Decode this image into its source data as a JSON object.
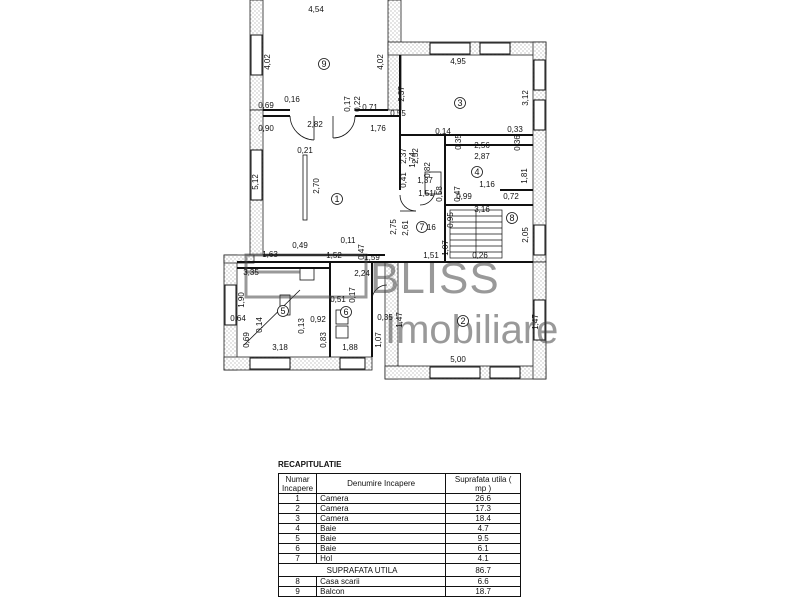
{
  "watermark": {
    "line1": "BLISS",
    "line2": "Imobiliare"
  },
  "plan": {
    "dimensions": [
      "4,54",
      "4,02",
      "4,02",
      "0,69",
      "0,16",
      "0,22",
      "0,17",
      "0,71",
      "2,82",
      "0,90",
      "1,76",
      "0,55",
      "2,37",
      "4,95",
      "3,12",
      "0,14",
      "0,33",
      "0,35",
      "0,36",
      "2,56",
      "2,87",
      "2,37",
      "2,52",
      "0,21",
      "2,70",
      "5,12",
      "0,41",
      "1,37",
      "1,74",
      "0,82",
      "1,51",
      "1,16",
      "1,81",
      "0,58",
      "0,47",
      "0,99",
      "0,72",
      "3,16",
      "0,16",
      "2,75",
      "2,61",
      "0,95",
      "1,07",
      "2,05",
      "0,11",
      "0,49",
      "0,47",
      "1,63",
      "1,52",
      "1,59",
      "1,51",
      "0,26",
      "3,35",
      "2,24",
      "0,17",
      "1,90",
      "0,64",
      "0,14",
      "0,51",
      "0,35",
      "0,13",
      "0,92",
      "0,69",
      "0,83",
      "1,07",
      "3,18",
      "1,88",
      "1,47",
      "5,00",
      "1,47"
    ],
    "room_numbers": [
      "1",
      "2",
      "3",
      "4",
      "5",
      "6",
      "7",
      "8",
      "9"
    ]
  },
  "recap": {
    "title": "RECAPITULATIE",
    "headers": {
      "num": "Numar Incapere",
      "name": "Denumire Incapere",
      "area": "Suprafata utila ( mp )"
    },
    "rows": [
      {
        "num": "1",
        "name": "Camera",
        "area": "26.6"
      },
      {
        "num": "2",
        "name": "Camera",
        "area": "17.3"
      },
      {
        "num": "3",
        "name": "Camera",
        "area": "18.4"
      },
      {
        "num": "4",
        "name": "Baie",
        "area": "4.7"
      },
      {
        "num": "5",
        "name": "Baie",
        "area": "9.5"
      },
      {
        "num": "6",
        "name": "Baie",
        "area": "6.1"
      },
      {
        "num": "7",
        "name": "Hol",
        "area": "4.1"
      }
    ],
    "summary": {
      "label": "SUPRAFATA UTILA",
      "area": "86.7"
    },
    "extra_rows": [
      {
        "num": "8",
        "name": "Casa scarii",
        "area": "6.6"
      },
      {
        "num": "9",
        "name": "Balcon",
        "area": "18.7"
      }
    ]
  }
}
